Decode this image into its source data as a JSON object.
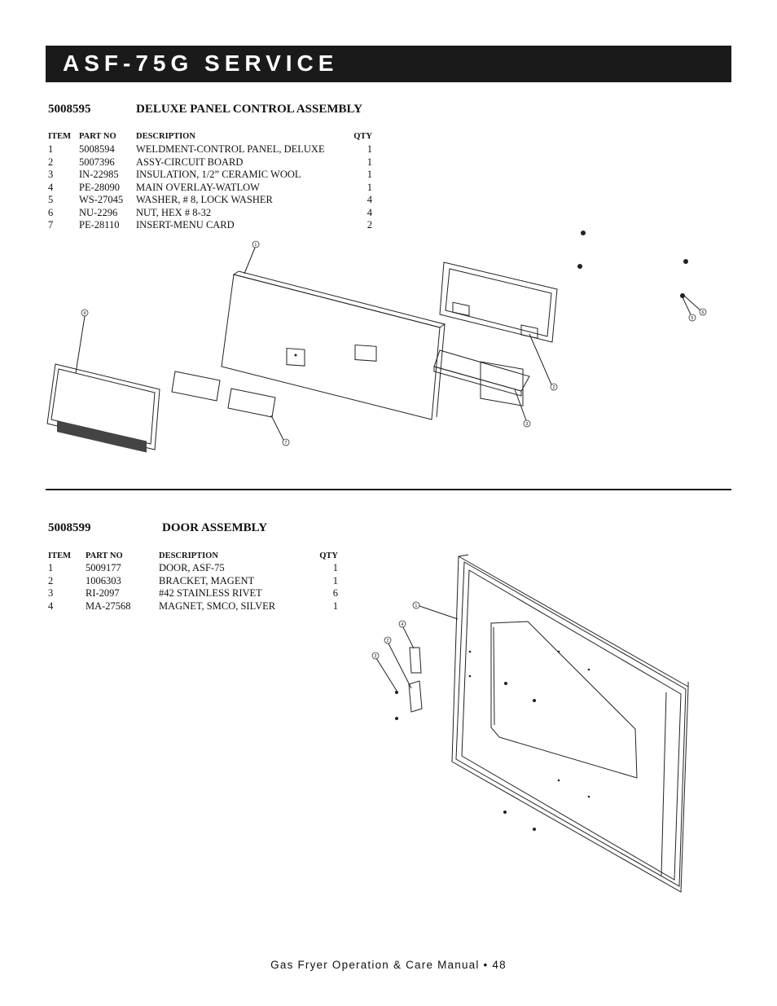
{
  "header": {
    "title": "ASF-75G SERVICE"
  },
  "assemblies": [
    {
      "part_no": "5008595",
      "name": "DELUXE PANEL CONTROL ASSEMBLY",
      "columns": [
        "ITEM",
        "PART NO",
        "DESCRIPTION",
        "QTY"
      ],
      "rows": [
        [
          "1",
          "5008594",
          "WELDMENT-CONTROL PANEL, DELUXE",
          "1"
        ],
        [
          "2",
          "5007396",
          "ASSY-CIRCUIT BOARD",
          "1"
        ],
        [
          "3",
          "IN-22985",
          "INSULATION, 1/2” CERAMIC WOOL",
          "1"
        ],
        [
          "4",
          "PE-28090",
          "MAIN OVERLAY-WATLOW",
          "1"
        ],
        [
          "5",
          "WS-27045",
          "WASHER, # 8, LOCK WASHER",
          "4"
        ],
        [
          "6",
          "NU-2296",
          "NUT, HEX # 8-32",
          "4"
        ],
        [
          "7",
          "PE-28110",
          "INSERT-MENU CARD",
          "2"
        ]
      ]
    },
    {
      "part_no": "5008599",
      "name": "DOOR ASSEMBLY",
      "columns": [
        "ITEM",
        "PART NO",
        "DESCRIPTION",
        "QTY"
      ],
      "rows": [
        [
          "1",
          "5009177",
          "DOOR, ASF-75",
          "1"
        ],
        [
          "2",
          "1006303",
          "BRACKET, MAGENT",
          "1"
        ],
        [
          "3",
          "RI-2097",
          "#42 STAINLESS RIVET",
          "6"
        ],
        [
          "4",
          "MA-27568",
          "MAGNET, SMCO, SILVER",
          "1"
        ]
      ]
    }
  ],
  "diagrams": {
    "panel_callouts": [
      "1",
      "4",
      "7",
      "2",
      "3",
      "5",
      "6"
    ],
    "door_callouts": [
      "1",
      "4",
      "2",
      "3"
    ]
  },
  "footer": {
    "text": "Gas Fryer Operation & Care Manual • 48"
  }
}
